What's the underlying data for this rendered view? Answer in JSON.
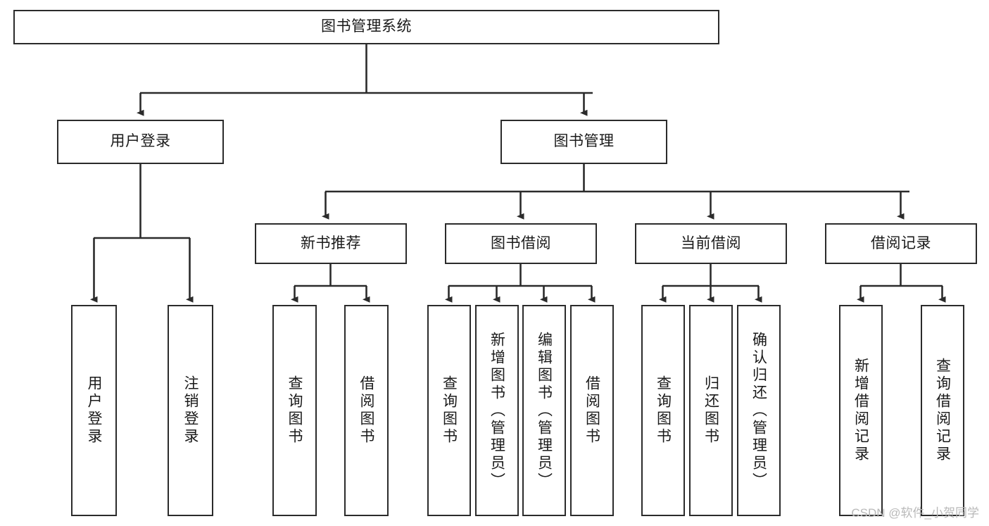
{
  "diagram": {
    "title": "图书管理系统",
    "type": "tree",
    "orientation": "top-down",
    "colors": {
      "box_border": "#2b2b2b",
      "box_fill": "#ffffff",
      "edge": "#2b2b2b",
      "text": "#1a1a1a",
      "watermark": "#b9b9b9",
      "background": "#ffffff"
    },
    "root": {
      "label": "图书管理系统"
    },
    "level2": [
      {
        "id": "user-login",
        "label": "用户登录"
      },
      {
        "id": "book-management",
        "label": "图书管理"
      }
    ],
    "level3": [
      {
        "id": "new-book-recommend",
        "label": "新书推荐"
      },
      {
        "id": "book-borrow",
        "label": "图书借阅"
      },
      {
        "id": "current-borrow",
        "label": "当前借阅"
      },
      {
        "id": "borrow-record",
        "label": "借阅记录"
      }
    ],
    "leaves": {
      "user_login": [
        {
          "id": "leaf-user-login",
          "label": "用户登录"
        },
        {
          "id": "leaf-logout-login",
          "label": "注销登录"
        }
      ],
      "new_book_recommend": [
        {
          "id": "leaf-query-book-1",
          "label": "查询图书"
        },
        {
          "id": "leaf-borrow-book-1",
          "label": "借阅图书"
        }
      ],
      "book_borrow": [
        {
          "id": "leaf-query-book-2",
          "label": "查询图书"
        },
        {
          "id": "leaf-add-book-admin",
          "label": "新增图书（管理员）"
        },
        {
          "id": "leaf-edit-book-admin",
          "label": "编辑图书（管理员）"
        },
        {
          "id": "leaf-borrow-book-2",
          "label": "借阅图书"
        }
      ],
      "current_borrow": [
        {
          "id": "leaf-query-book-3",
          "label": "查询图书"
        },
        {
          "id": "leaf-return-book",
          "label": "归还图书"
        },
        {
          "id": "leaf-confirm-return-admin",
          "label": "确认归还（管理员）"
        }
      ],
      "borrow_record": [
        {
          "id": "leaf-add-borrow-record",
          "label": "新增借阅记录"
        },
        {
          "id": "leaf-query-borrow-record",
          "label": "查询借阅记录"
        }
      ]
    },
    "watermark": "CSDN @软件_小贺同学"
  }
}
